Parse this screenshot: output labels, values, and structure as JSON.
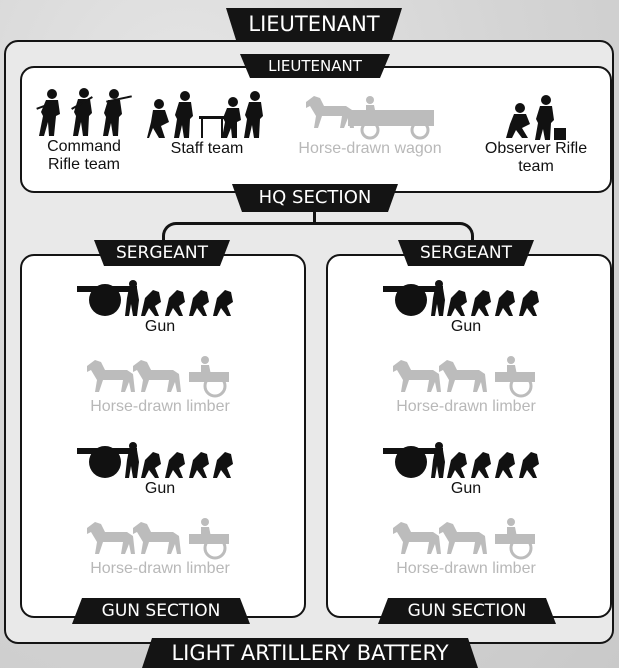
{
  "colors": {
    "black": "#141414",
    "panel": "#ffffff",
    "faded": "#bcbcbc",
    "background": "#d9d9d9"
  },
  "battery": {
    "title": "LIGHT ARTILLERY BATTERY",
    "officer": "LIEUTENANT"
  },
  "hq": {
    "officer": "LIEUTENANT",
    "section": "HQ SECTION",
    "units": [
      {
        "label": "Command\nRifle team",
        "icon": "infantry-rifle-icon",
        "faded": false
      },
      {
        "label": "Staff team",
        "icon": "staff-team-icon",
        "faded": false
      },
      {
        "label": "Horse-drawn wagon",
        "icon": "horse-wagon-icon",
        "faded": true
      },
      {
        "label": "Observer Rifle\nteam",
        "icon": "observer-team-icon",
        "faded": false
      }
    ]
  },
  "gun_sections": [
    {
      "leader": "SERGEANT",
      "section": "GUN SECTION",
      "units": [
        {
          "label": "Gun",
          "icon": "field-gun-icon",
          "faded": false
        },
        {
          "label": "Horse-drawn limber",
          "icon": "horse-limber-icon",
          "faded": true
        },
        {
          "label": "Gun",
          "icon": "field-gun-icon",
          "faded": false
        },
        {
          "label": "Horse-drawn limber",
          "icon": "horse-limber-icon",
          "faded": true
        }
      ]
    },
    {
      "leader": "SERGEANT",
      "section": "GUN SECTION",
      "units": [
        {
          "label": "Gun",
          "icon": "field-gun-icon",
          "faded": false
        },
        {
          "label": "Horse-drawn limber",
          "icon": "horse-limber-icon",
          "faded": true
        },
        {
          "label": "Gun",
          "icon": "field-gun-icon",
          "faded": false
        },
        {
          "label": "Horse-drawn limber",
          "icon": "horse-limber-icon",
          "faded": true
        }
      ]
    }
  ]
}
